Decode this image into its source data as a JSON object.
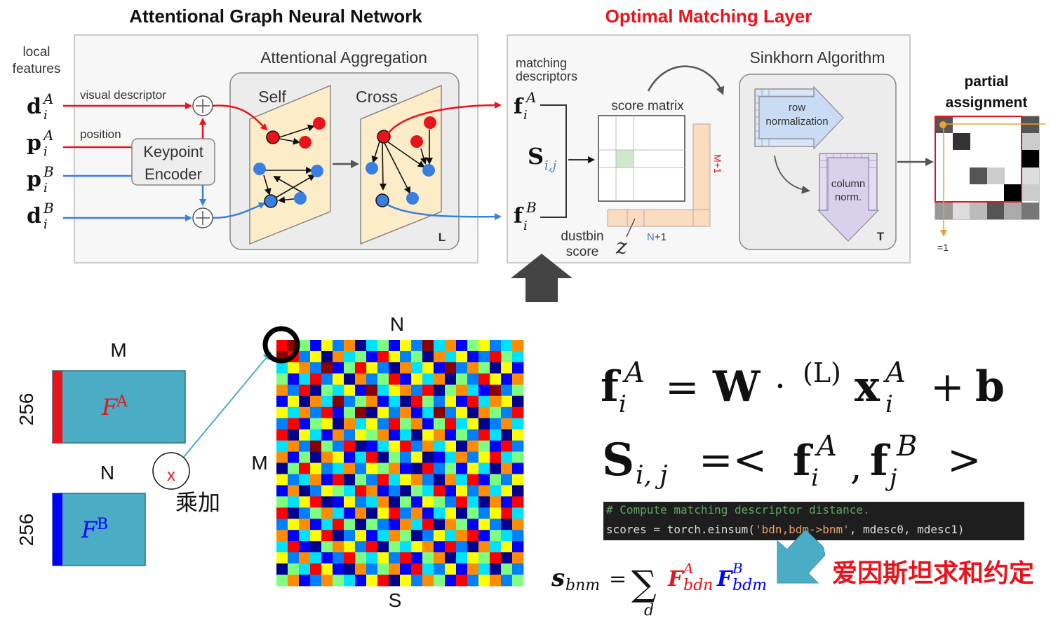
{
  "colors": {
    "red": "#e8141c",
    "blue": "#3a7fe0",
    "paper": "#fdecc8",
    "panel": "#f1f1f1",
    "teal": "#4bacc6",
    "title_red": "#e8141c",
    "code_bg": "#1e1e1e",
    "arrow_teal": "#4bacc6"
  },
  "header": {
    "left_title": "Attentional Graph Neural Network",
    "right_title": "Optimal Matching Layer"
  },
  "gnn": {
    "local_features_l1": "local",
    "local_features_l2": "features",
    "visual_descriptor": "visual descriptor",
    "position": "position",
    "keypoint_encoder_l1": "Keypoint",
    "keypoint_encoder_l2": "Encoder",
    "aggregation_title": "Attentional Aggregation",
    "self_label": "Self",
    "cross_label": "Cross",
    "layers_label": "L",
    "inputs": [
      {
        "base": "d",
        "sub": "i",
        "sup": "A"
      },
      {
        "base": "p",
        "sub": "i",
        "sup": "A"
      },
      {
        "base": "p",
        "sub": "i",
        "sup": "B"
      },
      {
        "base": "d",
        "sub": "i",
        "sup": "B"
      }
    ]
  },
  "matching": {
    "matching_desc_l1": "matching",
    "matching_desc_l2": "descriptors",
    "fA": {
      "base": "f",
      "sub": "i",
      "sup": "A"
    },
    "fB": {
      "base": "f",
      "sub": "i",
      "sup": "B"
    },
    "S_base": "S",
    "S_sub": "i,j",
    "score_matrix": "score matrix",
    "dustbin_l1": "dustbin",
    "dustbin_l2": "score",
    "z": "z",
    "m_plus_1": "M+1",
    "n_plus_1_n": "N",
    "n_plus_1_rest": "+1",
    "sinkhorn_title": "Sinkhorn Algorithm",
    "row_norm_l1": "row",
    "row_norm_l2": "normalization",
    "col_norm_l1": "column",
    "col_norm_l2": "norm.",
    "T_label": "T",
    "partial_l1": "partial",
    "partial_l2": "assignment",
    "eq1": "=1"
  },
  "lower": {
    "M_top": "M",
    "dim_256_a": "256",
    "FA_base": "F",
    "FA_sup": "A",
    "N_mid": "N",
    "dim_256_b": "256",
    "FB_base": "F",
    "FB_sup": "B",
    "times": "x",
    "multiply_add": "乘加",
    "heat_N": "N",
    "heat_M": "M",
    "heat_S": "S",
    "code_comment": "# Compute matching descriptor distance.",
    "code_line_prefix": "scores = torch.einsum(",
    "code_string": "'bdn,bdm->bnm'",
    "code_line_suffix": ", mdesc0, mdesc1)",
    "einstein_label": "爱因斯坦求和约定"
  },
  "formulas": {
    "f1_lhs_base": "f",
    "f1_lhs_sub": "i",
    "f1_lhs_sup": "A",
    "f1_eq": "=",
    "f1_W": "W",
    "f1_dot": "·",
    "f1_L": "(L)",
    "f1_x": "x",
    "f1_x_sub": "i",
    "f1_x_sup": "A",
    "f1_plus": "+",
    "f1_b": "b",
    "f2_S": "S",
    "f2_S_sub": "i, j",
    "f2_eq": "=<",
    "f2_fA": "f",
    "f2_fA_sub": "i",
    "f2_fA_sup": "A",
    "f2_comma": ",",
    "f2_fB": "f",
    "f2_fB_sub": "j",
    "f2_fB_sup": "B",
    "f2_gt": ">",
    "s_base": "s",
    "s_sub": "bnm",
    "s_eq": "=",
    "s_sum": "∑",
    "s_d": "d",
    "s_FA": "F",
    "s_FA_sup": "A",
    "s_FA_sub": "bdn",
    "s_FB": "F",
    "s_FB_sup": "B",
    "s_FB_sub": "bdm"
  },
  "heatmap": {
    "rows": 22,
    "cols": 22,
    "palette": [
      "#00008f",
      "#0000ff",
      "#0080ff",
      "#00e0ff",
      "#7fff7f",
      "#ffff00",
      "#ff8c00",
      "#ff0000",
      "#8b0000"
    ],
    "values": [
      [
        7,
        8,
        4,
        1,
        5,
        2,
        6,
        0,
        3,
        4,
        1,
        5,
        2,
        8,
        3,
        6,
        1,
        4,
        5,
        2,
        3,
        6
      ],
      [
        8,
        7,
        2,
        5,
        0,
        6,
        3,
        4,
        1,
        7,
        5,
        2,
        4,
        0,
        6,
        3,
        5,
        1,
        2,
        7,
        4,
        3
      ],
      [
        3,
        5,
        6,
        2,
        8,
        1,
        4,
        7,
        5,
        2,
        0,
        6,
        3,
        5,
        1,
        8,
        2,
        6,
        4,
        0,
        5,
        1
      ],
      [
        4,
        1,
        3,
        7,
        2,
        5,
        0,
        6,
        2,
        4,
        7,
        1,
        5,
        3,
        6,
        0,
        4,
        2,
        7,
        5,
        1,
        6
      ],
      [
        6,
        2,
        7,
        0,
        4,
        3,
        5,
        1,
        8,
        3,
        5,
        6,
        2,
        7,
        0,
        4,
        6,
        3,
        1,
        8,
        2,
        4
      ],
      [
        1,
        5,
        0,
        6,
        3,
        8,
        2,
        4,
        6,
        1,
        3,
        0,
        7,
        4,
        2,
        5,
        1,
        7,
        3,
        6,
        5,
        0
      ],
      [
        5,
        3,
        6,
        2,
        7,
        1,
        4,
        8,
        0,
        5,
        2,
        6,
        1,
        3,
        8,
        2,
        5,
        0,
        6,
        4,
        2,
        7
      ],
      [
        2,
        7,
        1,
        4,
        5,
        0,
        6,
        3,
        5,
        2,
        7,
        4,
        6,
        1,
        4,
        7,
        3,
        5,
        0,
        2,
        6,
        3
      ],
      [
        7,
        0,
        5,
        3,
        1,
        6,
        2,
        5,
        4,
        6,
        1,
        3,
        0,
        5,
        6,
        1,
        4,
        2,
        7,
        3,
        0,
        5
      ],
      [
        3,
        6,
        2,
        8,
        4,
        2,
        7,
        0,
        1,
        3,
        5,
        7,
        2,
        6,
        3,
        5,
        0,
        6,
        4,
        1,
        7,
        2
      ],
      [
        6,
        1,
        4,
        0,
        6,
        5,
        1,
        3,
        7,
        0,
        4,
        2,
        5,
        0,
        1,
        3,
        6,
        2,
        5,
        7,
        3,
        4
      ],
      [
        0,
        4,
        7,
        5,
        2,
        3,
        6,
        2,
        5,
        4,
        6,
        1,
        0,
        7,
        2,
        4,
        1,
        5,
        3,
        0,
        6,
        1
      ],
      [
        5,
        2,
        3,
        6,
        1,
        7,
        0,
        4,
        2,
        7,
        3,
        5,
        6,
        2,
        0,
        6,
        3,
        7,
        1,
        4,
        2,
        5
      ],
      [
        1,
        6,
        0,
        2,
        5,
        4,
        3,
        7,
        6,
        1,
        2,
        0,
        4,
        3,
        7,
        1,
        5,
        2,
        6,
        3,
        5,
        0
      ],
      [
        4,
        3,
        5,
        7,
        0,
        1,
        5,
        2,
        3,
        6,
        0,
        4,
        1,
        5,
        4,
        2,
        7,
        3,
        0,
        6,
        1,
        7
      ],
      [
        7,
        0,
        2,
        4,
        6,
        3,
        1,
        6,
        0,
        5,
        7,
        2,
        6,
        1,
        3,
        5,
        0,
        4,
        2,
        5,
        7,
        3
      ],
      [
        2,
        5,
        6,
        1,
        3,
        7,
        4,
        0,
        4,
        2,
        1,
        6,
        3,
        7,
        0,
        6,
        4,
        1,
        5,
        2,
        0,
        6
      ],
      [
        6,
        1,
        3,
        5,
        7,
        0,
        2,
        5,
        1,
        3,
        6,
        4,
        0,
        2,
        5,
        3,
        6,
        7,
        1,
        4,
        3,
        2
      ],
      [
        3,
        7,
        1,
        0,
        4,
        6,
        5,
        2,
        7,
        0,
        4,
        3,
        5,
        6,
        1,
        7,
        2,
        0,
        6,
        3,
        5,
        1
      ],
      [
        5,
        2,
        6,
        3,
        1,
        2,
        7,
        4,
        3,
        5,
        2,
        7,
        1,
        4,
        6,
        0,
        3,
        5,
        4,
        7,
        0,
        6
      ],
      [
        0,
        4,
        3,
        7,
        5,
        1,
        0,
        6,
        2,
        4,
        6,
        1,
        7,
        3,
        2,
        5,
        1,
        6,
        3,
        0,
        4,
        2
      ],
      [
        4,
        6,
        1,
        2,
        6,
        4,
        3,
        1,
        5,
        7,
        0,
        5,
        2,
        6,
        4,
        1,
        7,
        2,
        5,
        6,
        2,
        4
      ]
    ]
  }
}
